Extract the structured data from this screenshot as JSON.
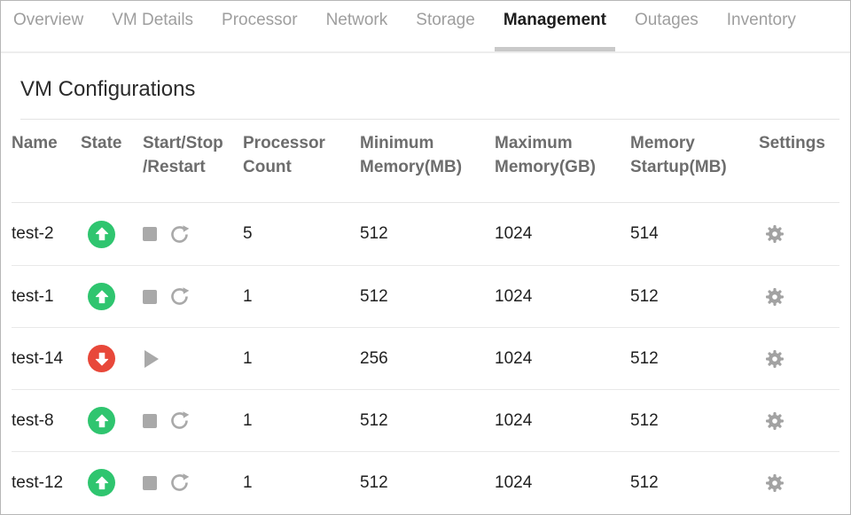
{
  "tabs": [
    {
      "label": "Overview",
      "active": false
    },
    {
      "label": "VM Details",
      "active": false
    },
    {
      "label": "Processor",
      "active": false
    },
    {
      "label": "Network",
      "active": false
    },
    {
      "label": "Storage",
      "active": false
    },
    {
      "label": "Management",
      "active": true
    },
    {
      "label": "Outages",
      "active": false
    },
    {
      "label": "Inventory",
      "active": false
    }
  ],
  "section_title": "VM Configurations",
  "table": {
    "headers": {
      "name": "Name",
      "state": "State",
      "actions_line1": "Start/Stop",
      "actions_line2": "/Restart",
      "processor_line1": "Processor",
      "processor_line2": "Count",
      "min_line1": "Minimum",
      "min_line2": "Memory(MB)",
      "max_line1": "Maximum",
      "max_line2": "Memory(GB)",
      "startup_line1": "Memory",
      "startup_line2": "Startup(MB)",
      "settings": "Settings"
    },
    "rows": [
      {
        "name": "test-2",
        "state": "up",
        "can_stop": true,
        "can_restart": true,
        "can_start": false,
        "processor_count": "5",
        "min_memory_mb": "512",
        "max_memory_gb": "1024",
        "memory_startup_mb": "514"
      },
      {
        "name": "test-1",
        "state": "up",
        "can_stop": true,
        "can_restart": true,
        "can_start": false,
        "processor_count": "1",
        "min_memory_mb": "512",
        "max_memory_gb": "1024",
        "memory_startup_mb": "512"
      },
      {
        "name": "test-14",
        "state": "down",
        "can_stop": false,
        "can_restart": false,
        "can_start": true,
        "processor_count": "1",
        "min_memory_mb": "256",
        "max_memory_gb": "1024",
        "memory_startup_mb": "512"
      },
      {
        "name": "test-8",
        "state": "up",
        "can_stop": true,
        "can_restart": true,
        "can_start": false,
        "processor_count": "1",
        "min_memory_mb": "512",
        "max_memory_gb": "1024",
        "memory_startup_mb": "512"
      },
      {
        "name": "test-12",
        "state": "up",
        "can_stop": true,
        "can_restart": true,
        "can_start": false,
        "processor_count": "1",
        "min_memory_mb": "512",
        "max_memory_gb": "1024",
        "memory_startup_mb": "512"
      }
    ]
  },
  "icons": {
    "state_up": "up-arrow-circle-icon",
    "state_down": "down-arrow-circle-icon",
    "stop": "stop-icon",
    "restart": "restart-icon",
    "start": "play-icon",
    "settings": "gear-icon"
  },
  "colors": {
    "state_up": "#2fc56f",
    "state_down": "#e8483a",
    "action_gray": "#a9a9a9",
    "active_tab_underline": "#c9c9c9"
  }
}
